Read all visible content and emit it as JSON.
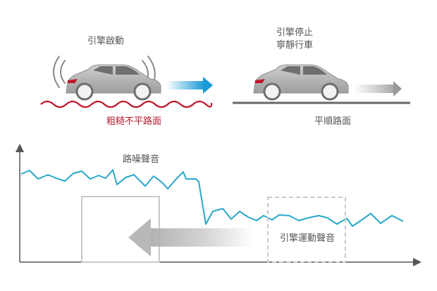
{
  "top": {
    "left_caption": "引擎啟動",
    "right_caption_line1": "引擎停止",
    "right_caption_line2": "寧靜行車",
    "rough_road_label": "粗糙不平路面",
    "smooth_road_label": "平順路面"
  },
  "chart": {
    "road_noise_label": "路噪聲音",
    "engine_noise_label": "引擎運動聲音"
  },
  "colors": {
    "road_noise_line": "#29a7c9",
    "rough_road": "#c0172a",
    "rough_label": "#b01d2c",
    "text": "#555555",
    "axis": "#555555",
    "car_body": "#a9a9a9",
    "car_light": "#d8d8d8",
    "arrow_blue": "#1a9ad6",
    "arrow_gray": "#9a9a9a",
    "box_solid": "#c8c8c8",
    "box_dashed": "#c8c8c8"
  },
  "icons": {
    "left_car": "car-icon",
    "right_car": "car-icon",
    "engine_sound_waves": "sound-wave-icon",
    "forward_arrow": "arrow-right-icon",
    "fade_arrow": "arrow-left-icon"
  }
}
